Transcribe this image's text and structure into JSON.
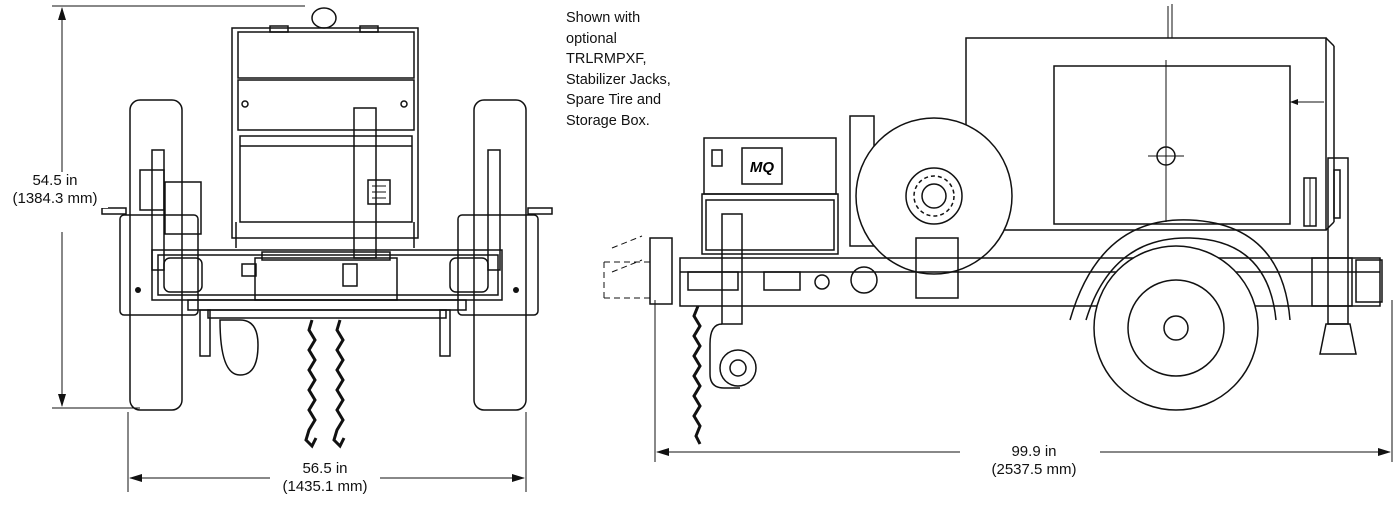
{
  "dimensions": {
    "height": {
      "value": "54.5 in",
      "metric": "(1384.3 mm)"
    },
    "front_width": {
      "value": "56.5 in",
      "metric": "(1435.1 mm)"
    },
    "side_length": {
      "value": "99.9 in",
      "metric": "(2537.5 mm)"
    }
  },
  "note": {
    "lines": [
      "Shown with",
      "optional",
      "TRLRMPXF,",
      "Stabilizer Jacks,",
      "Spare Tire and",
      "Storage Box."
    ]
  },
  "logo": {
    "text": "MQ"
  }
}
